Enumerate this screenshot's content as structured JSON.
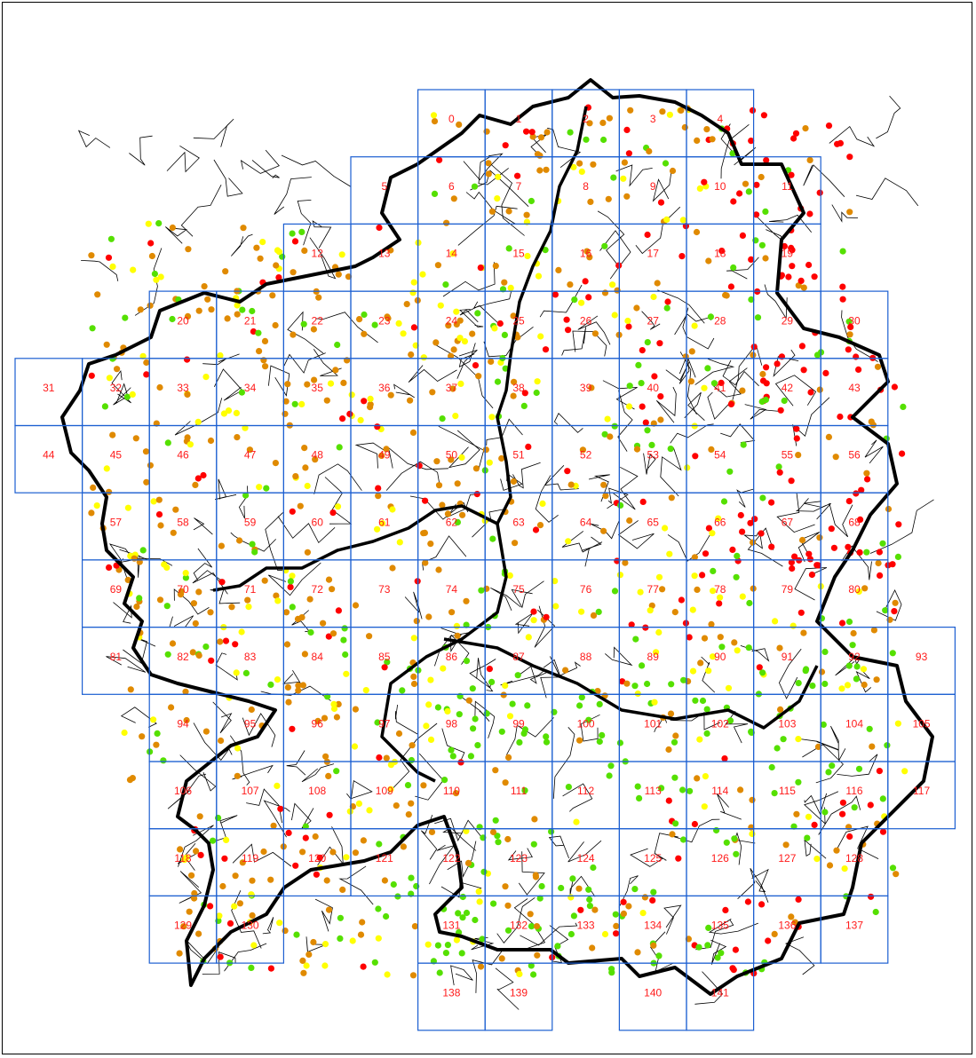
{
  "colors": {
    "grid": "#1c5fd1",
    "label": "#ff1a1a",
    "boundary": "#000000",
    "points": {
      "red": "#ff0000",
      "orange": "#e08a00",
      "yellow": "#ffff00",
      "green": "#55e000"
    }
  },
  "grid_cells": [
    {
      "id": "0",
      "col": 6,
      "row": 0
    },
    {
      "id": "1",
      "col": 7,
      "row": 0
    },
    {
      "id": "2",
      "col": 8,
      "row": 0
    },
    {
      "id": "3",
      "col": 9,
      "row": 0
    },
    {
      "id": "4",
      "col": 10,
      "row": 0
    },
    {
      "id": "5",
      "col": 5,
      "row": 1
    },
    {
      "id": "6",
      "col": 6,
      "row": 1
    },
    {
      "id": "7",
      "col": 7,
      "row": 1
    },
    {
      "id": "8",
      "col": 8,
      "row": 1
    },
    {
      "id": "9",
      "col": 9,
      "row": 1
    },
    {
      "id": "10",
      "col": 10,
      "row": 1
    },
    {
      "id": "11",
      "col": 11,
      "row": 1
    },
    {
      "id": "12",
      "col": 4,
      "row": 2
    },
    {
      "id": "13",
      "col": 5,
      "row": 2
    },
    {
      "id": "14",
      "col": 6,
      "row": 2
    },
    {
      "id": "15",
      "col": 7,
      "row": 2
    },
    {
      "id": "16",
      "col": 8,
      "row": 2
    },
    {
      "id": "17",
      "col": 9,
      "row": 2
    },
    {
      "id": "18",
      "col": 10,
      "row": 2
    },
    {
      "id": "19",
      "col": 11,
      "row": 2
    },
    {
      "id": "20",
      "col": 2,
      "row": 3
    },
    {
      "id": "21",
      "col": 3,
      "row": 3
    },
    {
      "id": "22",
      "col": 4,
      "row": 3
    },
    {
      "id": "23",
      "col": 5,
      "row": 3
    },
    {
      "id": "24",
      "col": 6,
      "row": 3
    },
    {
      "id": "25",
      "col": 7,
      "row": 3
    },
    {
      "id": "26",
      "col": 8,
      "row": 3
    },
    {
      "id": "27",
      "col": 9,
      "row": 3
    },
    {
      "id": "28",
      "col": 10,
      "row": 3
    },
    {
      "id": "29",
      "col": 11,
      "row": 3
    },
    {
      "id": "30",
      "col": 12,
      "row": 3
    },
    {
      "id": "31",
      "col": 0,
      "row": 4
    },
    {
      "id": "32",
      "col": 1,
      "row": 4
    },
    {
      "id": "33",
      "col": 2,
      "row": 4
    },
    {
      "id": "34",
      "col": 3,
      "row": 4
    },
    {
      "id": "35",
      "col": 4,
      "row": 4
    },
    {
      "id": "36",
      "col": 5,
      "row": 4
    },
    {
      "id": "37",
      "col": 6,
      "row": 4
    },
    {
      "id": "38",
      "col": 7,
      "row": 4
    },
    {
      "id": "39",
      "col": 8,
      "row": 4
    },
    {
      "id": "40",
      "col": 9,
      "row": 4
    },
    {
      "id": "41",
      "col": 10,
      "row": 4
    },
    {
      "id": "42",
      "col": 11,
      "row": 4
    },
    {
      "id": "43",
      "col": 12,
      "row": 4
    },
    {
      "id": "44",
      "col": 0,
      "row": 5
    },
    {
      "id": "45",
      "col": 1,
      "row": 5
    },
    {
      "id": "46",
      "col": 2,
      "row": 5
    },
    {
      "id": "47",
      "col": 3,
      "row": 5
    },
    {
      "id": "48",
      "col": 4,
      "row": 5
    },
    {
      "id": "49",
      "col": 5,
      "row": 5
    },
    {
      "id": "50",
      "col": 6,
      "row": 5
    },
    {
      "id": "51",
      "col": 7,
      "row": 5
    },
    {
      "id": "52",
      "col": 8,
      "row": 5
    },
    {
      "id": "53",
      "col": 9,
      "row": 5
    },
    {
      "id": "54",
      "col": 10,
      "row": 5
    },
    {
      "id": "55",
      "col": 11,
      "row": 5
    },
    {
      "id": "56",
      "col": 12,
      "row": 5
    },
    {
      "id": "57",
      "col": 1,
      "row": 6
    },
    {
      "id": "58",
      "col": 2,
      "row": 6
    },
    {
      "id": "59",
      "col": 3,
      "row": 6
    },
    {
      "id": "60",
      "col": 4,
      "row": 6
    },
    {
      "id": "61",
      "col": 5,
      "row": 6
    },
    {
      "id": "62",
      "col": 6,
      "row": 6
    },
    {
      "id": "63",
      "col": 7,
      "row": 6
    },
    {
      "id": "64",
      "col": 8,
      "row": 6
    },
    {
      "id": "65",
      "col": 9,
      "row": 6
    },
    {
      "id": "66",
      "col": 10,
      "row": 6
    },
    {
      "id": "67",
      "col": 11,
      "row": 6
    },
    {
      "id": "68",
      "col": 12,
      "row": 6
    },
    {
      "id": "69",
      "col": 1,
      "row": 7
    },
    {
      "id": "70",
      "col": 2,
      "row": 7
    },
    {
      "id": "71",
      "col": 3,
      "row": 7
    },
    {
      "id": "72",
      "col": 4,
      "row": 7
    },
    {
      "id": "73",
      "col": 5,
      "row": 7
    },
    {
      "id": "74",
      "col": 6,
      "row": 7
    },
    {
      "id": "75",
      "col": 7,
      "row": 7
    },
    {
      "id": "76",
      "col": 8,
      "row": 7
    },
    {
      "id": "77",
      "col": 9,
      "row": 7
    },
    {
      "id": "78",
      "col": 10,
      "row": 7
    },
    {
      "id": "79",
      "col": 11,
      "row": 7
    },
    {
      "id": "80",
      "col": 12,
      "row": 7
    },
    {
      "id": "81",
      "col": 1,
      "row": 8
    },
    {
      "id": "82",
      "col": 2,
      "row": 8
    },
    {
      "id": "83",
      "col": 3,
      "row": 8
    },
    {
      "id": "84",
      "col": 4,
      "row": 8
    },
    {
      "id": "85",
      "col": 5,
      "row": 8
    },
    {
      "id": "86",
      "col": 6,
      "row": 8
    },
    {
      "id": "87",
      "col": 7,
      "row": 8
    },
    {
      "id": "88",
      "col": 8,
      "row": 8
    },
    {
      "id": "89",
      "col": 9,
      "row": 8
    },
    {
      "id": "90",
      "col": 10,
      "row": 8
    },
    {
      "id": "91",
      "col": 11,
      "row": 8
    },
    {
      "id": "92",
      "col": 12,
      "row": 8
    },
    {
      "id": "93",
      "col": 13,
      "row": 8
    },
    {
      "id": "94",
      "col": 2,
      "row": 9
    },
    {
      "id": "95",
      "col": 3,
      "row": 9
    },
    {
      "id": "96",
      "col": 4,
      "row": 9
    },
    {
      "id": "97",
      "col": 5,
      "row": 9
    },
    {
      "id": "98",
      "col": 6,
      "row": 9
    },
    {
      "id": "99",
      "col": 7,
      "row": 9
    },
    {
      "id": "100",
      "col": 8,
      "row": 9
    },
    {
      "id": "101",
      "col": 9,
      "row": 9
    },
    {
      "id": "102",
      "col": 10,
      "row": 9
    },
    {
      "id": "103",
      "col": 11,
      "row": 9
    },
    {
      "id": "104",
      "col": 12,
      "row": 9
    },
    {
      "id": "105",
      "col": 13,
      "row": 9
    },
    {
      "id": "106",
      "col": 2,
      "row": 10
    },
    {
      "id": "107",
      "col": 3,
      "row": 10
    },
    {
      "id": "108",
      "col": 4,
      "row": 10
    },
    {
      "id": "109",
      "col": 5,
      "row": 10
    },
    {
      "id": "110",
      "col": 6,
      "row": 10
    },
    {
      "id": "111",
      "col": 7,
      "row": 10
    },
    {
      "id": "112",
      "col": 8,
      "row": 10
    },
    {
      "id": "113",
      "col": 9,
      "row": 10
    },
    {
      "id": "114",
      "col": 10,
      "row": 10
    },
    {
      "id": "115",
      "col": 11,
      "row": 10
    },
    {
      "id": "116",
      "col": 12,
      "row": 10
    },
    {
      "id": "117",
      "col": 13,
      "row": 10
    },
    {
      "id": "118",
      "col": 2,
      "row": 11
    },
    {
      "id": "119",
      "col": 3,
      "row": 11
    },
    {
      "id": "120",
      "col": 4,
      "row": 11
    },
    {
      "id": "121",
      "col": 5,
      "row": 11
    },
    {
      "id": "122",
      "col": 6,
      "row": 11
    },
    {
      "id": "123",
      "col": 7,
      "row": 11
    },
    {
      "id": "124",
      "col": 8,
      "row": 11
    },
    {
      "id": "125",
      "col": 9,
      "row": 11
    },
    {
      "id": "126",
      "col": 10,
      "row": 11
    },
    {
      "id": "127",
      "col": 11,
      "row": 11
    },
    {
      "id": "128",
      "col": 12,
      "row": 11
    },
    {
      "id": "129",
      "col": 2,
      "row": 12
    },
    {
      "id": "130",
      "col": 3,
      "row": 12
    },
    {
      "id": "131",
      "col": 6,
      "row": 12
    },
    {
      "id": "132",
      "col": 7,
      "row": 12
    },
    {
      "id": "133",
      "col": 8,
      "row": 12
    },
    {
      "id": "134",
      "col": 9,
      "row": 12
    },
    {
      "id": "135",
      "col": 10,
      "row": 12
    },
    {
      "id": "136",
      "col": 11,
      "row": 12
    },
    {
      "id": "137",
      "col": 12,
      "row": 12
    },
    {
      "id": "138",
      "col": 6,
      "row": 13
    },
    {
      "id": "139",
      "col": 7,
      "row": 13
    },
    {
      "id": "140",
      "col": 9,
      "row": 13
    },
    {
      "id": "141",
      "col": 10,
      "row": 13
    }
  ]
}
